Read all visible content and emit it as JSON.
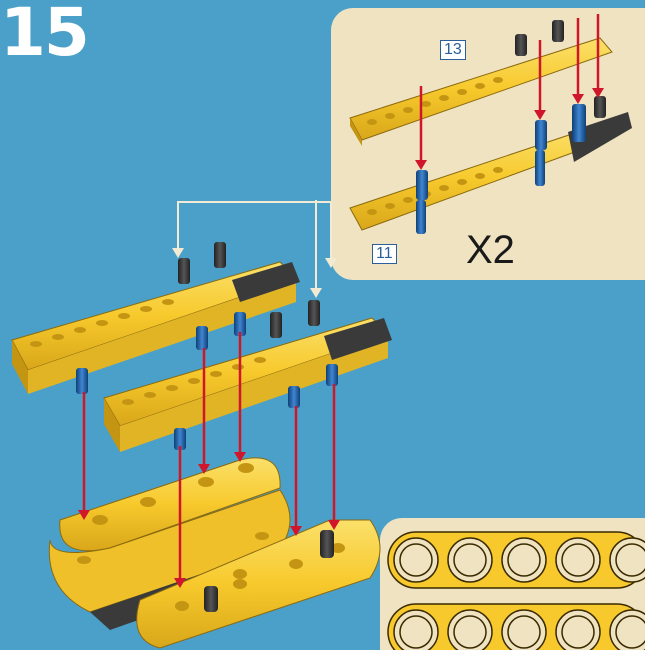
{
  "step": {
    "number": "15"
  },
  "subassembly": {
    "callout_top": "13",
    "callout_bottom": "11",
    "multiplier": "X2"
  },
  "colors": {
    "background": "#4aa0c8",
    "panel": "#efe3c1",
    "beam": "#f7c92c",
    "beam_shade": "#d9a71a",
    "dark_part": "#3a3a3a",
    "pin_blue": "#1f5fa8",
    "arrow": "#d0162a",
    "guide_line": "#f2ead2"
  },
  "icons": [
    "beam-13-icon",
    "beam-11-icon",
    "axle-pin-icon",
    "connector-icon",
    "panel-icon",
    "hole-ring-icon"
  ]
}
